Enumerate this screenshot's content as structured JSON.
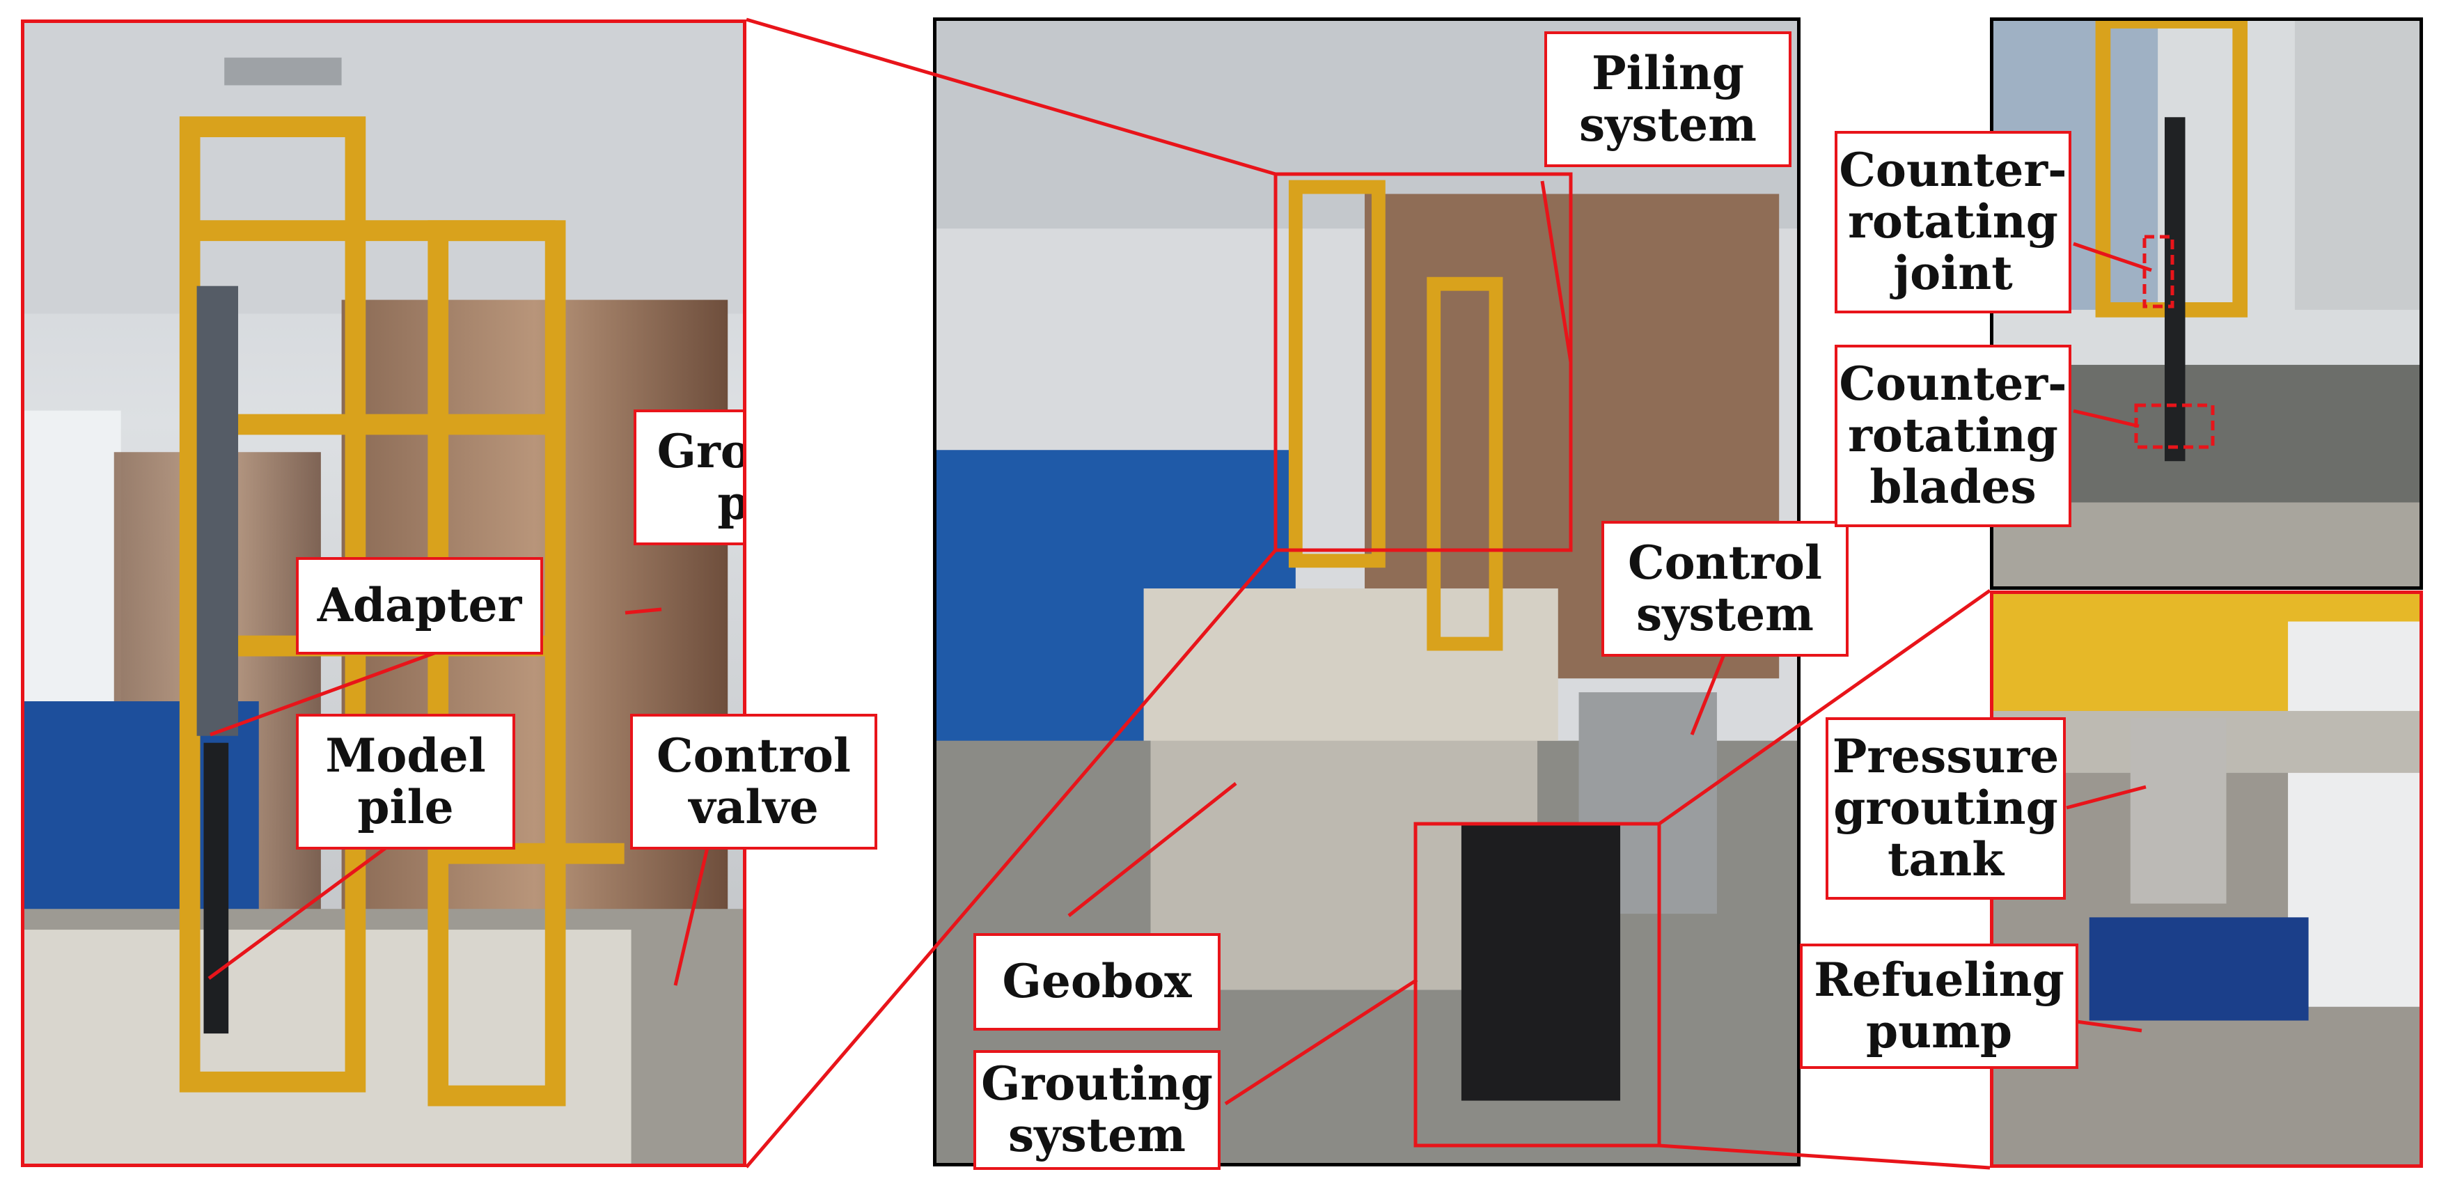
{
  "figure": {
    "left_panel_labels": {
      "grouting_pipe": [
        "Grouting",
        "pipe"
      ],
      "adapter": [
        "Adapter"
      ],
      "model_pile": [
        "Model",
        "pile"
      ],
      "control_valve": [
        "Control",
        "valve"
      ]
    },
    "center_panel_labels": {
      "piling_system": [
        "Piling",
        "system"
      ],
      "control_system": [
        "Control",
        "system"
      ],
      "geobox": [
        "Geobox"
      ],
      "grouting_system": [
        "Grouting",
        "system"
      ]
    },
    "top_right_labels": {
      "counter_rotating_joint": [
        "Counter-",
        "rotating",
        "joint"
      ],
      "counter_rotating_blades": [
        "Counter-",
        "rotating",
        "blades"
      ]
    },
    "bottom_right_labels": {
      "pressure_grouting_tank": [
        "Pressure",
        "grouting",
        "tank"
      ],
      "refueling_pump": [
        "Refueling",
        "pump"
      ]
    },
    "colors": {
      "annotation_red": "#e8141a",
      "frame_yellow": "#d9a21c",
      "tarp_blue": "#1d4f9c",
      "wall_white": "#e7e7e4",
      "floor_grey": "#8b8b86"
    }
  }
}
